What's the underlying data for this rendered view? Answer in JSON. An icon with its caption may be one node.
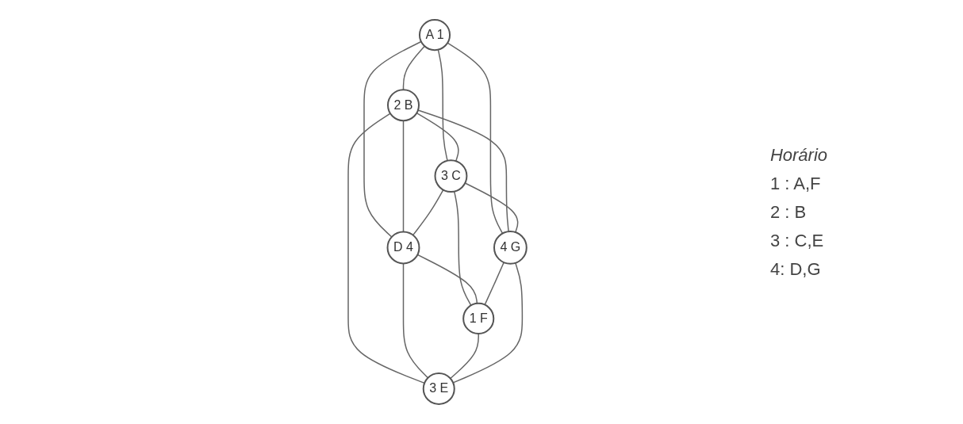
{
  "diagram": {
    "nodes": [
      {
        "text": [
          "A",
          "1"
        ]
      },
      {
        "text": [
          "2",
          "B"
        ]
      },
      {
        "text": [
          "3",
          "C"
        ]
      },
      {
        "text": [
          "D",
          "4"
        ]
      },
      {
        "text": [
          "3",
          "E"
        ]
      },
      {
        "text": [
          "1",
          "F"
        ]
      },
      {
        "text": [
          "4",
          "G"
        ]
      }
    ],
    "edges": [
      {
        "from": 0,
        "to": 1,
        "arrow": "none"
      },
      {
        "from": 0,
        "to": 6,
        "arrow": "none"
      },
      {
        "from": 0,
        "to": 2,
        "arrow": "none"
      },
      {
        "from": 0,
        "to": 3,
        "arrow": "none"
      },
      {
        "from": 1,
        "to": 6,
        "arrow": "none"
      },
      {
        "from": 1,
        "to": 2,
        "arrow": "none"
      },
      {
        "from": 1,
        "to": 3,
        "arrow": "none"
      },
      {
        "from": 1,
        "to": 4,
        "arrow": "none"
      },
      {
        "from": 2,
        "to": 6,
        "arrow": "none"
      },
      {
        "from": 2,
        "to": 5,
        "arrow": "none"
      },
      {
        "from": 2,
        "to": 3,
        "arrow": "none"
      },
      {
        "from": 3,
        "to": 5,
        "arrow": "none"
      },
      {
        "from": 3,
        "to": 4,
        "arrow": "none"
      },
      {
        "from": 4,
        "to": 6,
        "arrow": "none"
      },
      {
        "from": 5,
        "to": 4,
        "arrow": "none"
      },
      {
        "from": 6,
        "to": 5,
        "arrow": "none"
      }
    ],
    "labels": [
      "Horário",
      "1 : A,F",
      "2 : B",
      "3 : C,E",
      "4: D,G"
    ]
  }
}
